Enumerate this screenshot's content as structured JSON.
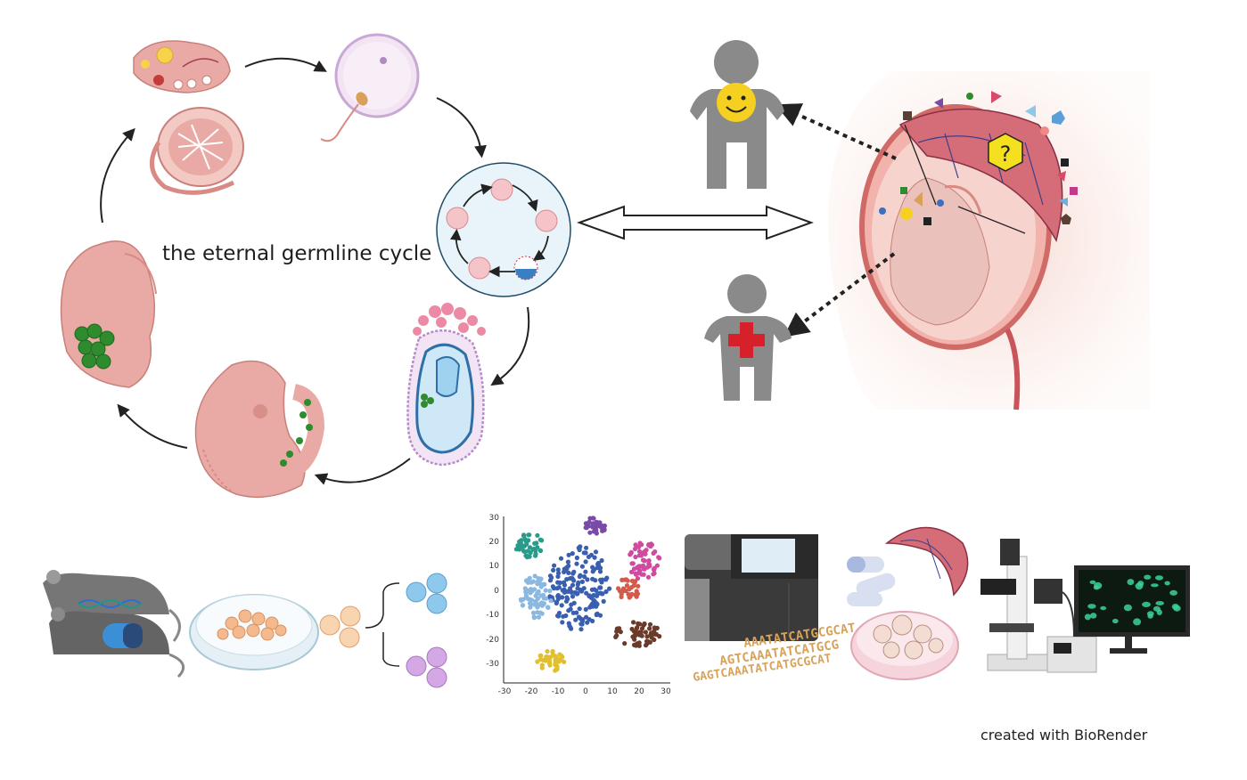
{
  "diagram": {
    "cycle_title": "the eternal germline cycle",
    "credit": "created with BioRender"
  },
  "tsne_plot": {
    "x_ticks": [
      "-30",
      "-20",
      "-10",
      "0",
      "10",
      "20",
      "30"
    ],
    "y_ticks": [
      "30",
      "20",
      "10",
      "0",
      "-10",
      "-20",
      "-30"
    ]
  },
  "sequence_text": {
    "line1": "AAATATCATGCGCAT",
    "line2": "AGTCAAATATCATGCG",
    "line3": "GAGTCAAATATCATGCGCAT"
  },
  "colors": {
    "embryo_pink": "#e9a9a4",
    "germ_cell_green": "#2e8b2e",
    "person_gray": "#8a8a8a",
    "smiley_yellow": "#f5d020",
    "red_cross": "#d6202a"
  }
}
